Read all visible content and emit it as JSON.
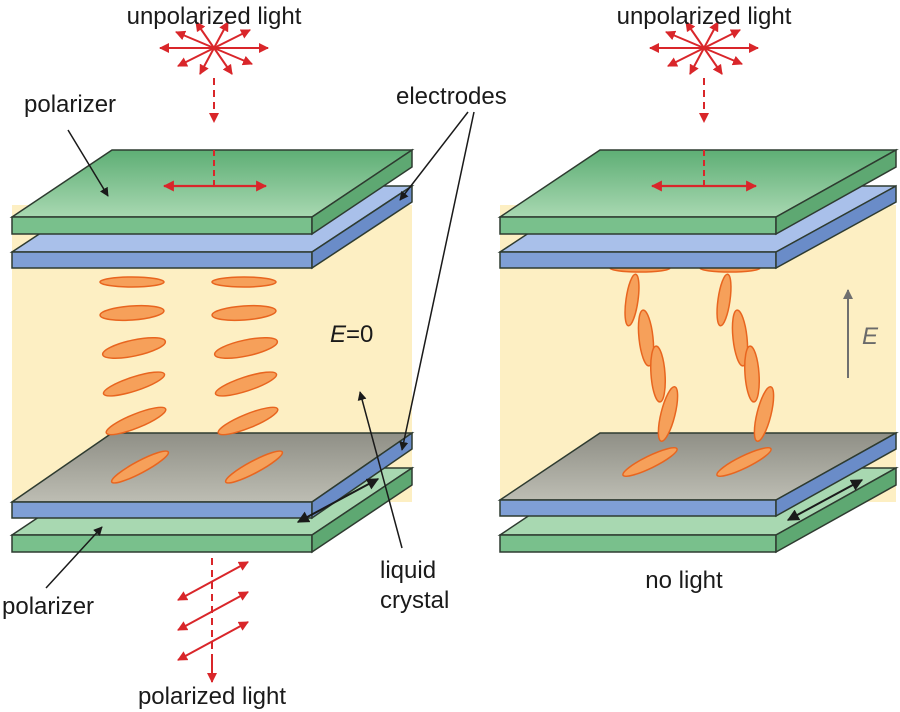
{
  "labels": {
    "unpolarized_left": "unpolarized light",
    "unpolarized_right": "unpolarized light",
    "polarizer_top": "polarizer",
    "polarizer_bottom": "polarizer",
    "electrodes": "electrodes",
    "liquid_crystal_line1": "liquid",
    "liquid_crystal_line2": "crystal",
    "polarized_light": "polarized light",
    "no_light": "no light",
    "field_zero_symbol": "E",
    "field_zero_rest": "=0",
    "field_symbol": "E"
  },
  "colors": {
    "polarizer": "#6fb884",
    "polarizer_top_face": "#8dcb9c",
    "electrode": "#7f9fd6",
    "electrode_top": "#a9c0ea",
    "liquid_crystal": "#fdefc3",
    "molecule_fill": "#f6a05a",
    "molecule_stroke": "#e8651f",
    "light_arrow": "#d9262a",
    "field_arrow": "#6f6f6f",
    "bottom_electrode_face": "#a9a9a0"
  },
  "icons": {
    "unpolarized": "starburst-arrows-icon",
    "polarized": "parallel-double-arrows-icon",
    "polarization_axis": "double-headed-arrow-icon",
    "field": "up-arrow-icon"
  }
}
